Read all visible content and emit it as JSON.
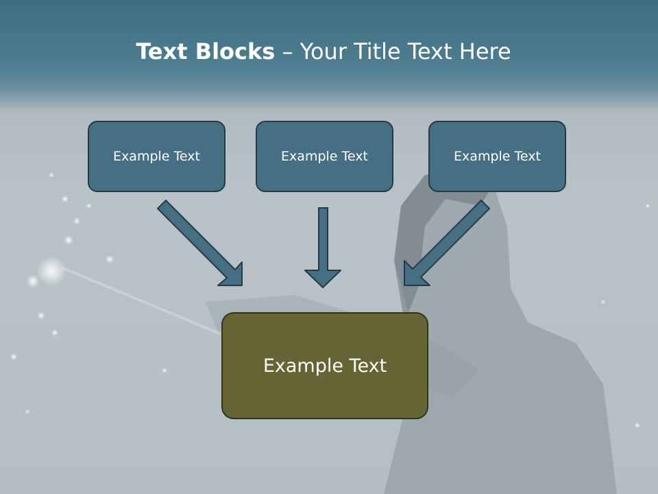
{
  "title": {
    "bold": "Text Blocks",
    "separator": " – ",
    "rest": "Your Title Text Here"
  },
  "boxes": {
    "top": [
      "Example Text",
      "Example Text",
      "Example Text"
    ],
    "main": "Example Text"
  },
  "colors": {
    "header": "#466f83",
    "top_box_fill": "#466f83",
    "main_box_fill": "#646434",
    "arrow_fill": "#466f83",
    "outline": "#243b47"
  }
}
